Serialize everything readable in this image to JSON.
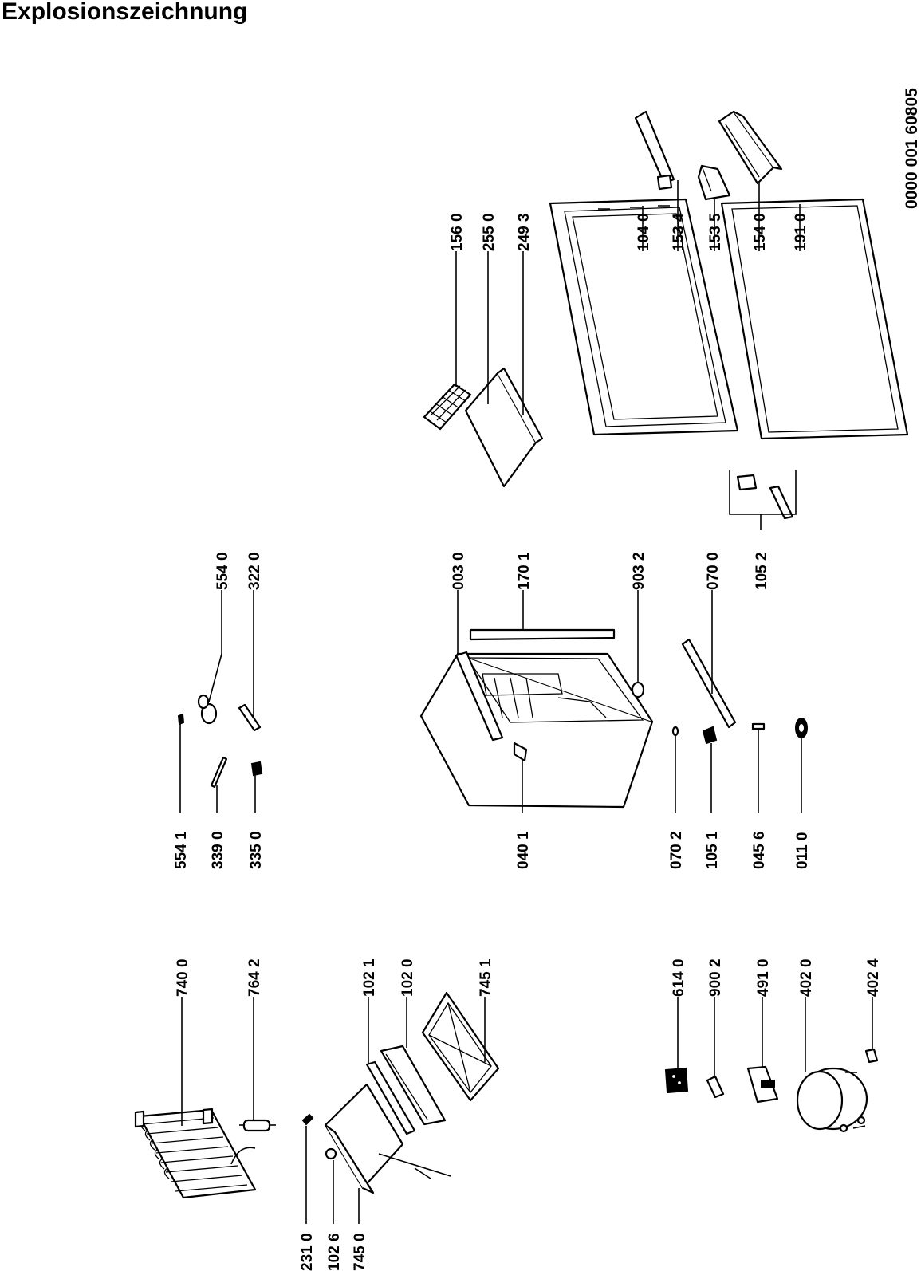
{
  "title": "Explosionszeichnung",
  "document_number": "0000 001 60805",
  "labels": {
    "p7400": "740 0",
    "p7642": "764 2",
    "p1021": "102 1",
    "p1020": "102 0",
    "p7451": "745 1",
    "p2310": "231 0",
    "p1026": "102 6",
    "p7450": "745 0",
    "p6140": "614 0",
    "p9002": "900 2",
    "p4910": "491 0",
    "p4020": "402 0",
    "p4024": "402 4",
    "p5541": "554 1",
    "p3390": "339 0",
    "p3350": "335 0",
    "p5540": "554 0",
    "p3220": "322 0",
    "p0030": "003 0",
    "p1701": "170 1",
    "p9032": "903 2",
    "p0700": "070 0",
    "p1052": "105 2",
    "p0401": "040 1",
    "p0702": "070 2",
    "p1051": "105 1",
    "p0456": "045 6",
    "p0110": "011 0",
    "p1560": "156 0",
    "p2550": "255 0",
    "p2493": "249 3",
    "p1040": "104 0",
    "p1534": "153 4",
    "p1535": "153 5",
    "p1540": "154 0",
    "p1910": "191 0"
  }
}
